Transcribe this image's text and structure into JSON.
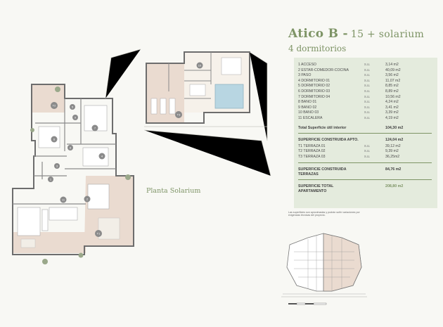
{
  "title": "Atico B -",
  "title_sub": "15 + solarium",
  "subtitle": "4 dormitorios",
  "planta_label": "Planta Solarium",
  "rooms": [
    {
      "name": "1 ACCESO",
      "su": "s.u.",
      "val": "3,14 m2"
    },
    {
      "name": "2 ESTAR-COMEDOR-COCINA",
      "su": "s.u.",
      "val": "40,09 m2"
    },
    {
      "name": "3 PASO",
      "su": "s.u.",
      "val": "3,56 m2"
    },
    {
      "name": "4 DORMITORIO 01",
      "su": "s.u.",
      "val": "11,07 m2"
    },
    {
      "name": "5 DORMITORIO 02",
      "su": "s.u.",
      "val": "8,85 m2"
    },
    {
      "name": "6 DORMITORIO 03",
      "su": "s.u.",
      "val": "8,89 m2"
    },
    {
      "name": "7 DORMITORIO 04",
      "su": "s.u.",
      "val": "10,56 m2"
    },
    {
      "name": "8 BAÑO 01",
      "su": "s.u.",
      "val": "4,24 m2"
    },
    {
      "name": "9 BAÑO 02",
      "su": "s.u.",
      "val": "3,41 m2"
    },
    {
      "name": "10 BAÑO 03",
      "su": "s.u.",
      "val": "3,39 m2"
    },
    {
      "name": "11 ESCALERA",
      "su": "s.u.",
      "val": "4,19 m2"
    }
  ],
  "total_util": {
    "label": "Total Superficie útil interior",
    "val": "104,30 m2"
  },
  "construida_apto": {
    "label": "SUPERFICIE CONSTRUIDA APTO.",
    "val": "124,04 m2"
  },
  "terrazas": [
    {
      "name": "T1 TERRAZA 01",
      "su": "s.u.",
      "val": "39,12 m2"
    },
    {
      "name": "T2 TERRAZA 02",
      "su": "s.u.",
      "val": "9,39 m2"
    },
    {
      "name": "T3 TERRAZA 03",
      "su": "s.u.",
      "val": "36,25m2"
    }
  ],
  "construida_terrazas": {
    "label": "SUPERFICIE CONSTRUIDA TERRAZAS",
    "val": "84,76 m2"
  },
  "total_apto": {
    "label": "SUPERFICIE TOTAL APARTAMENTO",
    "val": "208,80 m2"
  },
  "note": "Las superficies son aproximadas y podrán sufrir variaciones por exigencias técnicas del proyecto.",
  "plan_labels": [
    "T2",
    "9",
    "6",
    "5",
    "8",
    "7",
    "4",
    "3",
    "1",
    "11",
    "2",
    "T1",
    "10",
    "T3"
  ],
  "colors": {
    "accent": "#7e9466",
    "panel": "#e4ebdd",
    "terrace": "#eadbd0",
    "wall": "#6d6d6d"
  }
}
